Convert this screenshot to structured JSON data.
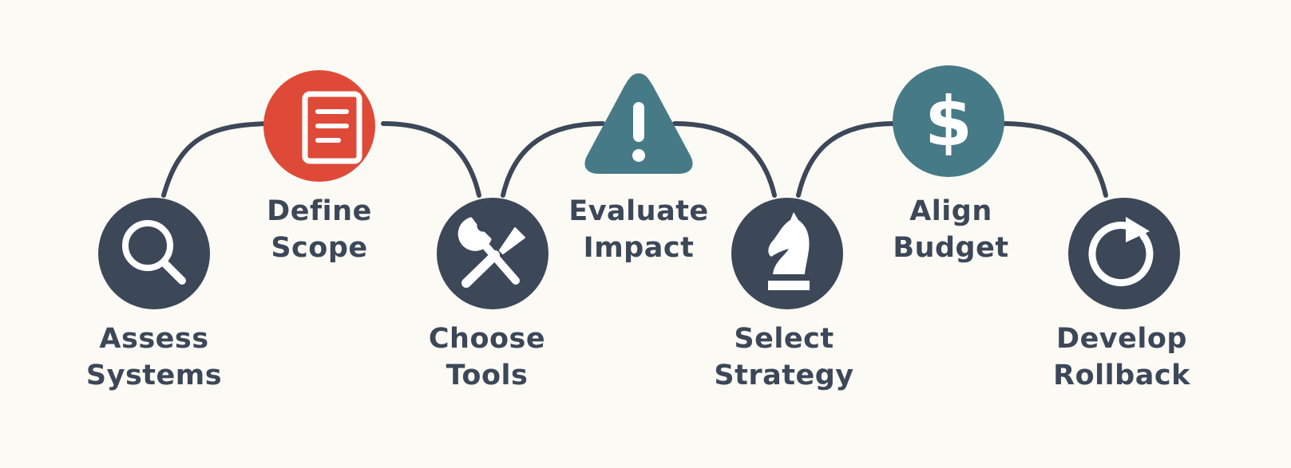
{
  "colors": {
    "background": "#fcfaf4",
    "dark_node": "#3c4758",
    "red_node": "#df4a38",
    "teal_node": "#467a86",
    "connector": "#3c4758",
    "text": "#3c4758",
    "icon": "#ffffff"
  },
  "steps": [
    {
      "line1": "Assess",
      "line2": "Systems",
      "icon": "magnifier-icon",
      "shape": "circle",
      "color": "dark"
    },
    {
      "line1": "Define",
      "line2": "Scope",
      "icon": "document-icon",
      "shape": "circle",
      "color": "red"
    },
    {
      "line1": "Choose",
      "line2": "Tools",
      "icon": "wrench-screwdriver-icon",
      "shape": "circle",
      "color": "dark"
    },
    {
      "line1": "Evaluate",
      "line2": "Impact",
      "icon": "exclamation-icon",
      "shape": "triangle",
      "color": "teal"
    },
    {
      "line1": "Select",
      "line2": "Strategy",
      "icon": "chess-knight-icon",
      "shape": "circle",
      "color": "dark"
    },
    {
      "line1": "Align",
      "line2": "Budget",
      "icon": "dollar-icon",
      "shape": "circle",
      "color": "teal"
    },
    {
      "line1": "Develop",
      "line2": "Rollback",
      "icon": "refresh-icon",
      "shape": "circle",
      "color": "dark"
    }
  ]
}
